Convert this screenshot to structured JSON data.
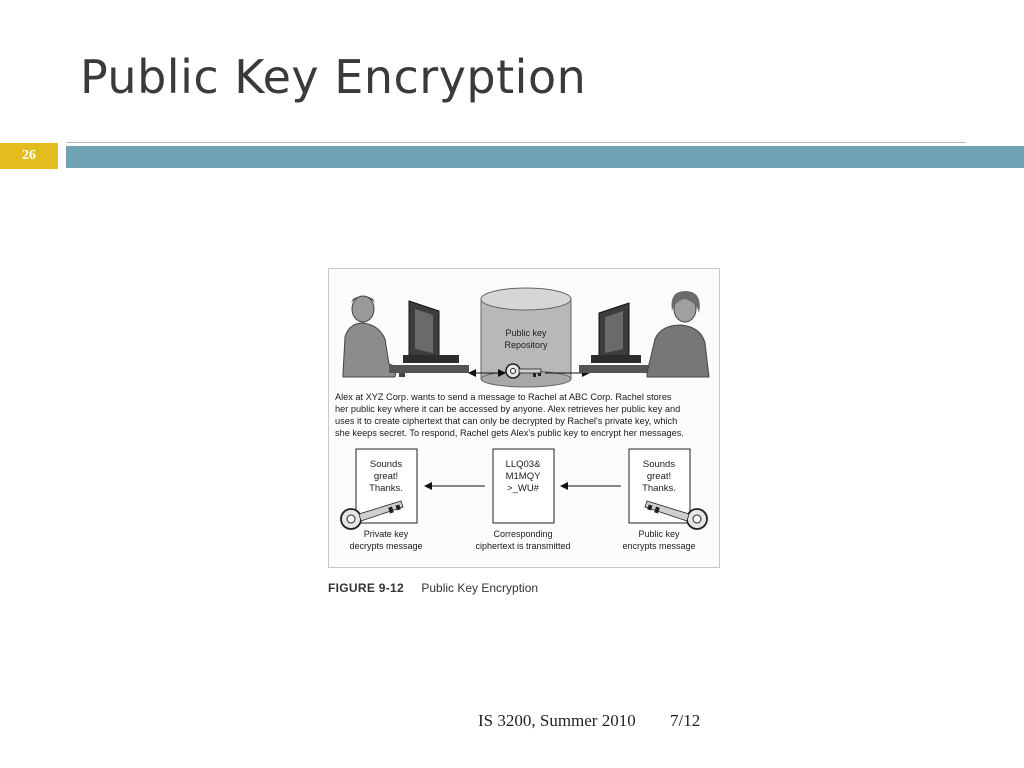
{
  "slide": {
    "title": "Public Key Encryption",
    "number": "26"
  },
  "figure": {
    "repository_label_line1": "Public key",
    "repository_label_line2": "Repository",
    "description_lines": [
      "Alex at XYZ Corp. wants to send a message to Rachel at ABC Corp. Rachel stores",
      "her public key where it can be accessed by anyone. Alex retrieves her public key and",
      "uses it to create ciphertext that can only be decrypted by Rachel's private key, which",
      "she keeps secret. To respond, Rachel gets Alex's public key to encrypt her messages."
    ],
    "left_box_lines": [
      "Sounds",
      "great!",
      "Thanks."
    ],
    "middle_box_lines": [
      "LLQ03&",
      "M1MQY",
      ">_WU#"
    ],
    "right_box_lines": [
      "Sounds",
      "great!",
      "Thanks."
    ],
    "left_label_lines": [
      "Private key",
      "decrypts message"
    ],
    "middle_label_lines": [
      "Corresponding",
      "ciphertext is transmitted"
    ],
    "right_label_lines": [
      "Public key",
      "encrypts message"
    ],
    "caption_label": "FIGURE 9-12",
    "caption_title": "Public Key Encryption"
  },
  "footer": {
    "course": "IS 3200, Summer 2010",
    "date": "7/12"
  }
}
